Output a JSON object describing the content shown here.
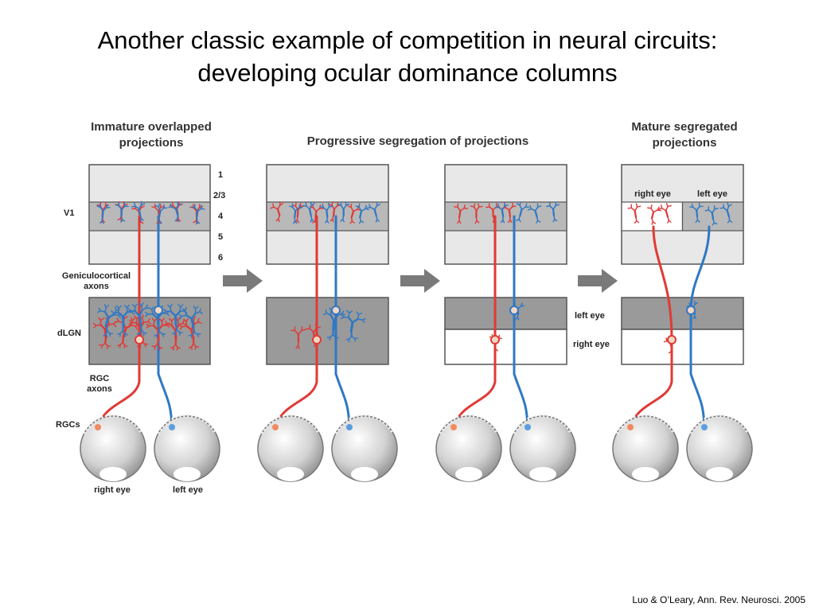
{
  "slide": {
    "title_line1": "Another classic example of competition in neural circuits:",
    "title_line2": "developing ocular dominance columns",
    "credit": "Luo & O’Leary, Ann. Rev. Neurosci. 2005"
  },
  "headings": {
    "immature": "Immature overlapped projections",
    "progressive": "Progressive segregation of projections",
    "mature": "Mature segregated projections"
  },
  "labels": {
    "layer_1": "1",
    "layer_23": "2/3",
    "layer_4": "4",
    "layer_5": "5",
    "layer_6": "6",
    "v1": "V1",
    "geniculocortical_1": "Geniculocortical",
    "geniculocortical_2": "axons",
    "dlgn": "dLGN",
    "rgc_axons_1": "RGC",
    "rgc_axons_2": "axons",
    "rgcs": "RGCs",
    "right_eye": "right eye",
    "left_eye": "left eye",
    "lgn_left_eye": "left eye",
    "lgn_right_eye": "right eye",
    "v1_right_eye": "right eye",
    "v1_left_eye": "left eye"
  },
  "colors": {
    "right_eye": "#e03a35",
    "left_eye": "#2f78c4",
    "box_fill": "#e8e8e8",
    "layer4_fill": "#b9b9b9",
    "lgn_fill": "#9a9a9a",
    "arrow": "#7a7a7a"
  }
}
